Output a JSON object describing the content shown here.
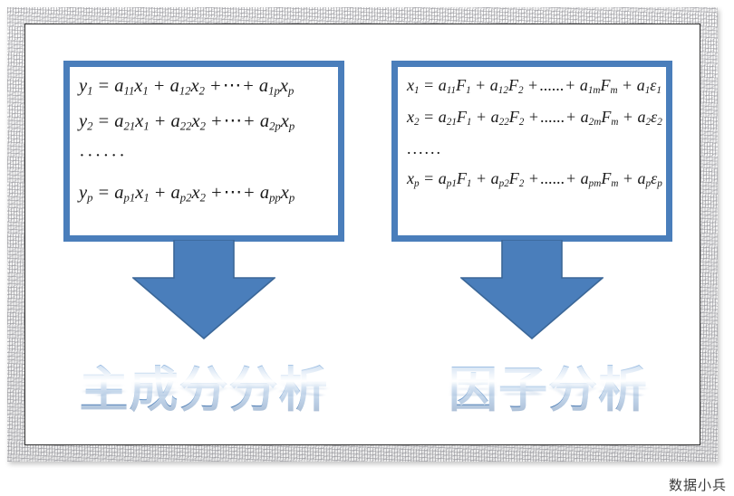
{
  "diagram": {
    "title_note": "Comparison of Principal Component Analysis and Factor Analysis",
    "accent_blue": "#4a7ebb",
    "arrow_border": "#3b6798",
    "title_gradient_top": "#8fb4de",
    "title_gradient_bottom": "#315c90",
    "panels": [
      {
        "id": "pca",
        "equations": [
          "y₁ = a₁₁x₁ + a₁₂x₂ + ⋯ + a₁ₚpxₚ",
          "y₂ = a₂₁x₁ + a₂₂x₂ + ⋯ + a₂ₚpxₚ",
          "……",
          "yₚ = aₚ₁x₁ + aₚ₂x₂ + ⋯ + aₚₚpxₚ"
        ],
        "arrow": "down-arrow",
        "title": "主成分分析"
      },
      {
        "id": "fa",
        "equations": [
          "x₁ = a₁₁F₁ + a₁₂F₂ + …… + a₁ₘFₘ + a₁ε₁",
          "x₂ = a₂₁F₁ + a₂₂F₂ + …… + a₂ₘFₘ + a₂ε₂",
          "……",
          "xₚ = aₚ₁F₁ + aₚ₂F₂ + …… + aₚₘFₘ + aₚεₚ"
        ],
        "arrow": "down-arrow",
        "title": "因子分析"
      }
    ]
  },
  "pca_equations": {
    "line1": {
      "lhs_var": "y",
      "lhs_sub": "1",
      "t1_sub": "11",
      "t1_x_sub": "1",
      "t2_sub": "12",
      "t2_x_sub": "2",
      "ellipsis": "⋯",
      "t3_sub": "1p",
      "t3_x_sub": "p"
    },
    "line2": {
      "lhs_var": "y",
      "lhs_sub": "2",
      "t1_sub": "21",
      "t1_x_sub": "1",
      "t2_sub": "22",
      "t2_x_sub": "2",
      "ellipsis": "⋯",
      "t3_sub": "2p",
      "t3_x_sub": "p"
    },
    "dots": "······",
    "line4": {
      "lhs_var": "y",
      "lhs_sub": "p",
      "t1_sub": "p1",
      "t1_x_sub": "1",
      "t2_sub": "p2",
      "t2_x_sub": "2",
      "ellipsis": "⋯",
      "t3_sub": "pp",
      "t3_x_sub": "p"
    }
  },
  "fa_equations": {
    "line1": {
      "lhs_var": "x",
      "lhs_sub": "1",
      "t1_sub": "11",
      "t1_f_sub": "1",
      "t2_sub": "12",
      "t2_f_sub": "2",
      "ellipsis": "......",
      "t3_sub": "1m",
      "t3_f_sub": "m",
      "t4_sub": "1",
      "t4_e_sub": "1"
    },
    "line2": {
      "lhs_var": "x",
      "lhs_sub": "2",
      "t1_sub": "21",
      "t1_f_sub": "1",
      "t2_sub": "22",
      "t2_f_sub": "2",
      "ellipsis": "......",
      "t3_sub": "2m",
      "t3_f_sub": "m",
      "t4_sub": "2",
      "t4_e_sub": "2"
    },
    "dots": "......",
    "line4": {
      "lhs_var": "x",
      "lhs_sub": "p",
      "t1_sub": "p1",
      "t1_f_sub": "1",
      "t2_sub": "p2",
      "t2_f_sub": "2",
      "ellipsis": "......",
      "t3_sub": "pm",
      "t3_f_sub": "m",
      "t4_sub": "p",
      "t4_e_sub": "p"
    }
  },
  "symbols": {
    "a": "a",
    "x": "x",
    "F": "F",
    "epsilon": "ε",
    "equals": "=",
    "plus": "+"
  },
  "titles": {
    "pca": "主成分分析",
    "fa": "因子分析"
  },
  "watermark": {
    "text": "数据小兵"
  }
}
